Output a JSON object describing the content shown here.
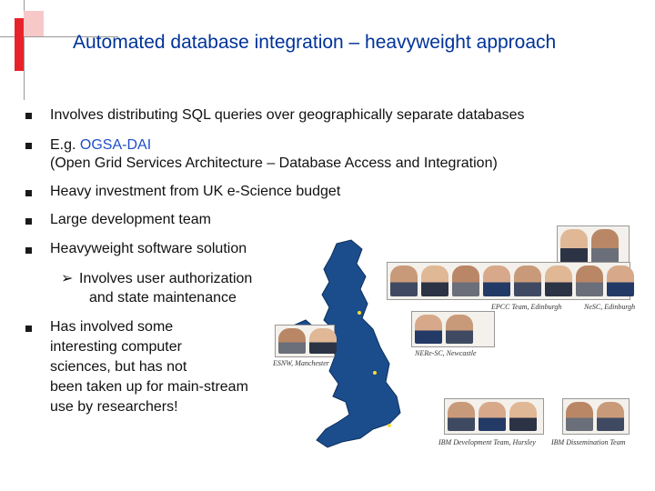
{
  "slide": {
    "title": "Automated database integration – heavyweight approach",
    "bullets": [
      {
        "text": "Involves distributing SQL queries over geographically separate databases"
      },
      {
        "prefix": "E.g. ",
        "link": "OGSA-DAI",
        "line2": "(Open Grid Services Architecture – Database Access and Integration)"
      },
      {
        "text": "Heavy investment from  UK e-Science  budget"
      },
      {
        "text": "Large development team"
      },
      {
        "text": "Heavyweight software solution"
      }
    ],
    "sub_bullet": {
      "line1": "Involves user authorization",
      "line2": "and state maintenance"
    },
    "last_bullet": [
      "Has involved some",
      "interesting computer",
      "sciences, but has not",
      "been taken up for main-stream",
      "use by researchers!"
    ]
  },
  "figure": {
    "captions": {
      "epcc": "EPCC Team, Edinburgh",
      "nesc": "NeSC, Edinburgh",
      "nerc": "NERe-SC, Newcastle",
      "esnw": "ESNW, Manchester",
      "ibm_dev": "IBM Development Team, Hursley",
      "ibm_dis": "IBM Dissemination Team"
    },
    "map_color": "#1b4d8c"
  }
}
